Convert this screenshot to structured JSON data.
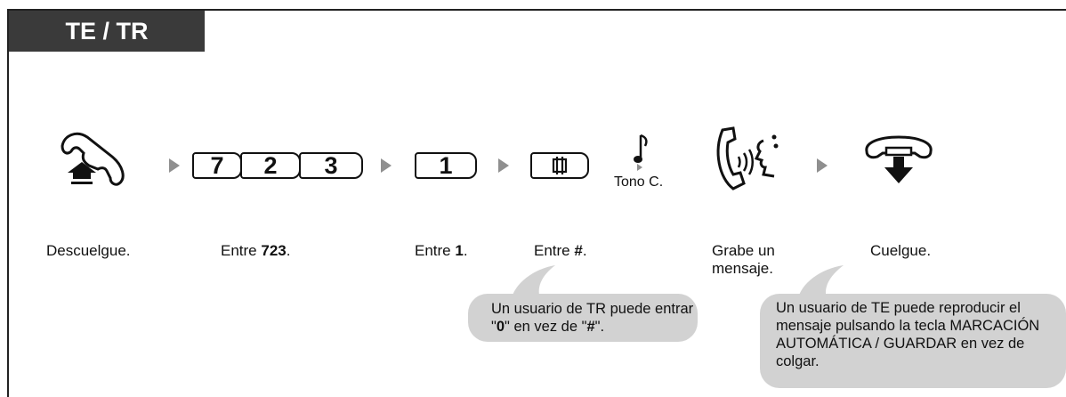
{
  "tab": {
    "label": "TE / TR"
  },
  "keys": {
    "k7": "7",
    "k2": "2",
    "k3": "3",
    "k1": "1",
    "hash": "#"
  },
  "tone": {
    "label": "Tono C."
  },
  "captions": {
    "offhook": "Descuelgue.",
    "enter723_prefix": "Entre ",
    "enter723_value": "723",
    "enter1_prefix": "Entre ",
    "enter1_value": "1",
    "enterhash_prefix": "Entre ",
    "enterhash_value": "#",
    "period": ".",
    "record": "Grabe un mensaje.",
    "onhook": "Cuelgue."
  },
  "notes": {
    "tr_note": {
      "t1": "Un usuario de TR puede entrar \"",
      "b1": "0",
      "t2": "\" en vez de \"",
      "b2": "#",
      "t3": "\"."
    },
    "te_note": "Un usuario de TE puede reproducir el mensaje pulsando la tecla MARCACIÓN AUTOMÁTICA / GUARDAR en vez de colgar."
  }
}
